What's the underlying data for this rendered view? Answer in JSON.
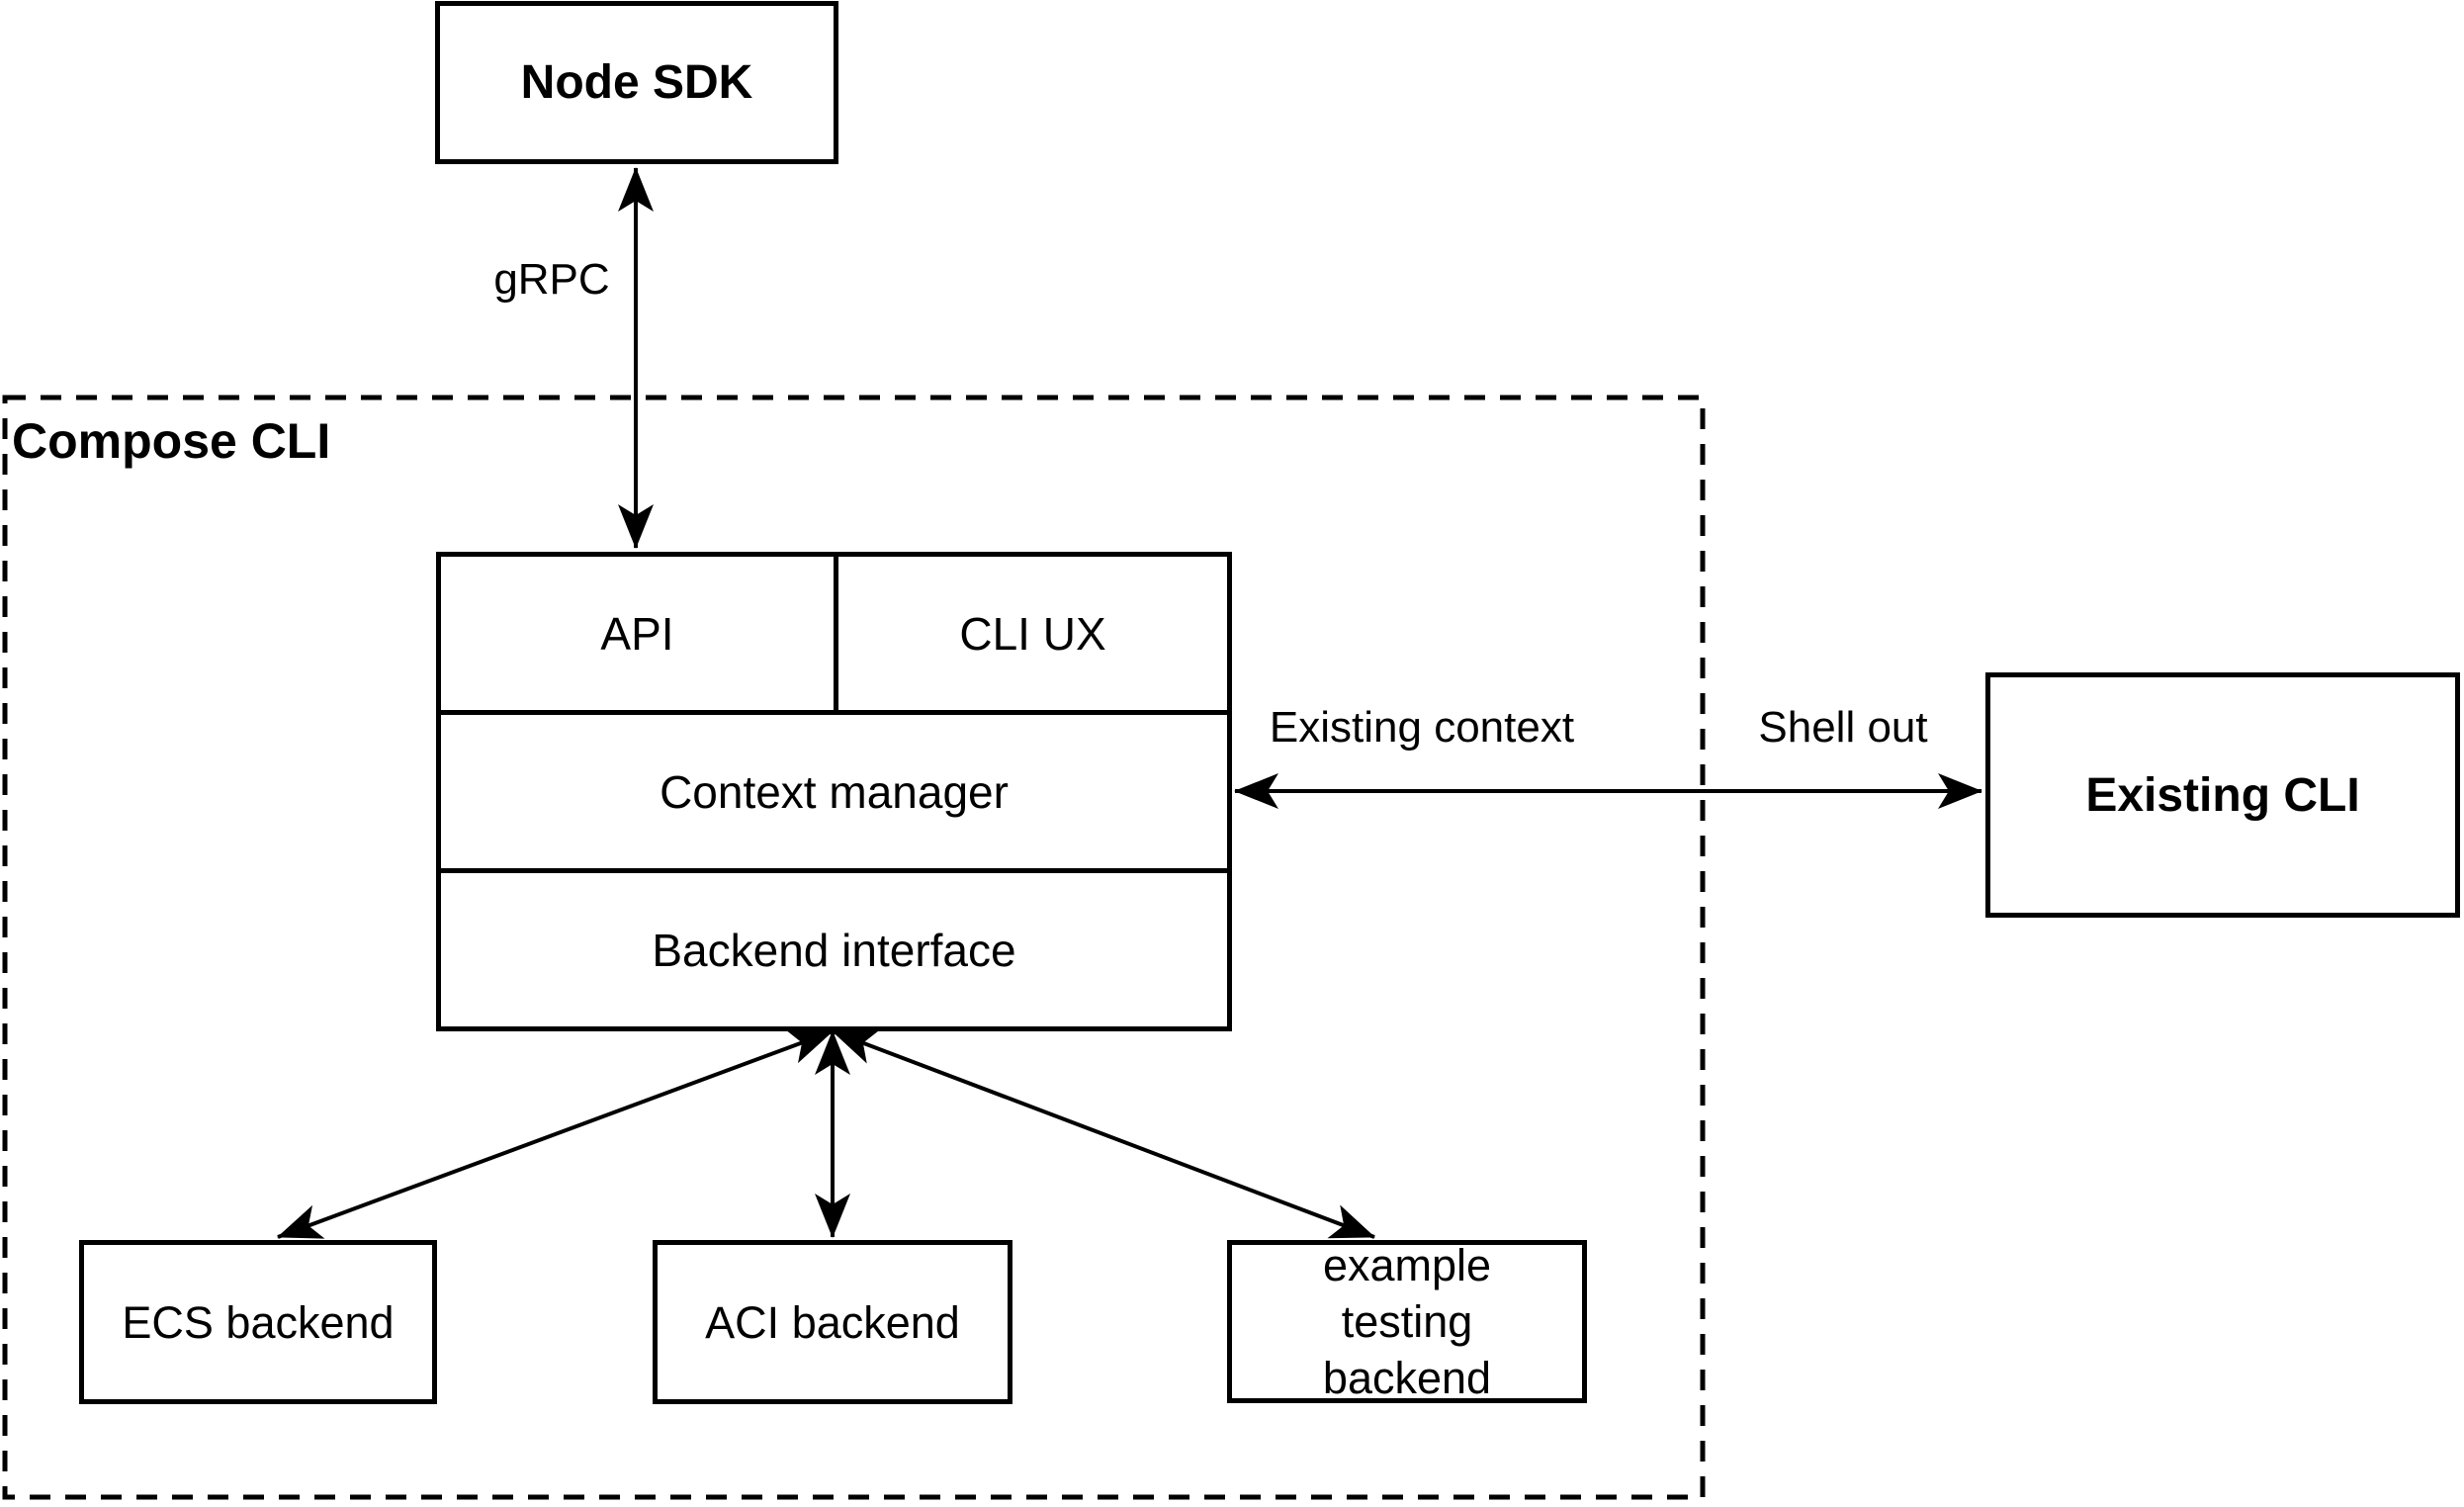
{
  "diagram": {
    "container": {
      "label": "Compose CLI"
    },
    "nodes": {
      "node_sdk": "Node SDK",
      "api": "API",
      "cli_ux": "CLI UX",
      "context_manager": "Context manager",
      "backend_interface": "Backend interface",
      "existing_cli": "Existing CLI",
      "ecs_backend": "ECS backend",
      "aci_backend": "ACI backend",
      "example_testing_backend": "example testing backend"
    },
    "edges": {
      "grpc": "gRPC",
      "existing_context": "Existing context",
      "shell_out": "Shell out"
    },
    "colors": {
      "stroke": "#000000",
      "fill": "#ffffff",
      "text": "#000000",
      "background": "#ffffff"
    }
  }
}
